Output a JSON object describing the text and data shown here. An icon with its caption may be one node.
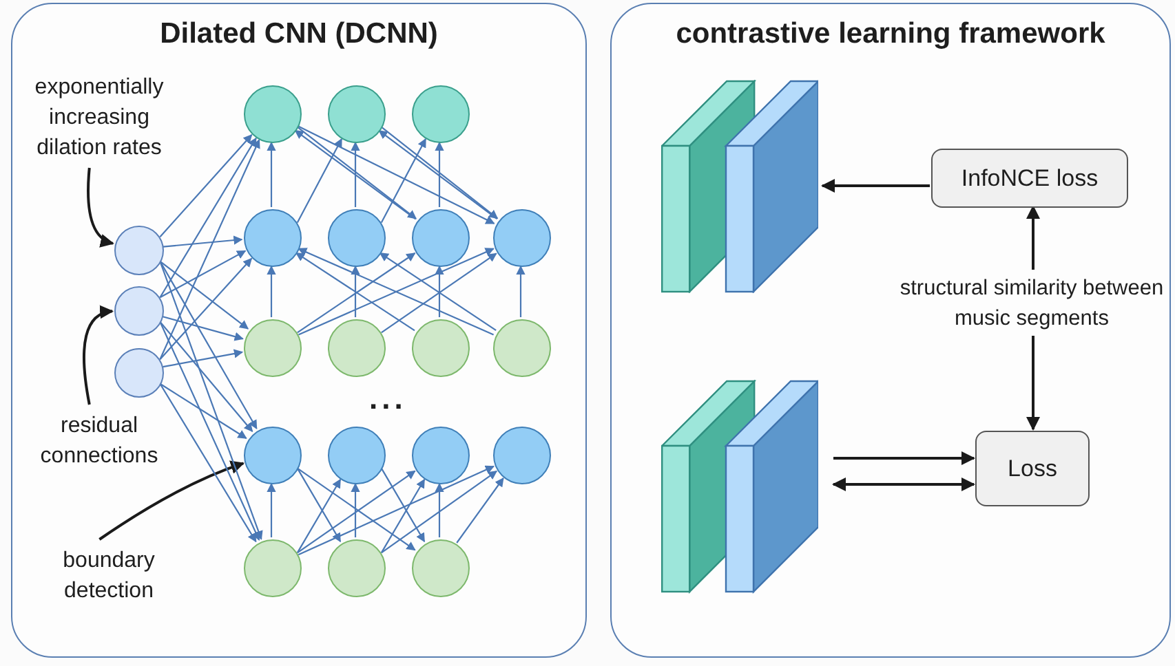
{
  "diagram": {
    "nodes": [
      {
        "text": [
          "Dilated CNN (DCNN)"
        ]
      },
      {
        "text": [
          "contrastive learning framework"
        ]
      },
      {
        "text": [
          "exponentially increasing dilation rates"
        ],
        "in": 0
      },
      {
        "text": [
          "residual connections"
        ],
        "in": 0
      },
      {
        "text": [
          "boundary detection"
        ],
        "in": 0
      },
      {
        "text": [],
        "shape": "circle",
        "in": 0
      },
      {
        "text": [],
        "shape": "circle",
        "in": 0
      },
      {
        "text": [],
        "shape": "circle",
        "in": 0
      },
      {
        "text": [],
        "shape": "circle",
        "in": 0
      },
      {
        "text": [],
        "shape": "circle",
        "in": 0
      },
      {
        "text": [],
        "shape": "circle",
        "in": 0
      },
      {
        "text": [],
        "shape": "circle",
        "in": 0
      },
      {
        "text": [],
        "shape": "circle",
        "in": 0
      },
      {
        "text": [],
        "shape": "circle",
        "in": 0
      },
      {
        "text": [],
        "shape": "circle",
        "in": 0
      },
      {
        "text": [],
        "shape": "circle",
        "in": 0
      },
      {
        "text": [],
        "shape": "circle",
        "in": 0
      },
      {
        "text": [],
        "shape": "circle",
        "in": 0
      },
      {
        "text": [],
        "shape": "circle",
        "in": 0
      },
      {
        "text": [],
        "shape": "circle",
        "in": 0
      },
      {
        "text": [],
        "shape": "circle",
        "in": 0
      },
      {
        "text": [],
        "shape": "circle",
        "in": 0
      },
      {
        "text": [],
        "shape": "circle",
        "in": 0
      },
      {
        "text": [],
        "shape": "circle",
        "in": 0
      },
      {
        "text": [],
        "shape": "circle",
        "in": 0
      },
      {
        "text": [],
        "shape": "circle",
        "in": 0
      },
      {
        "text": [],
        "shape": "box",
        "in": 1
      },
      {
        "text": [],
        "shape": "box",
        "in": 1
      },
      {
        "text": [
          "InfoNCE loss"
        ],
        "in": 1
      },
      {
        "text": [
          "structural similarity between music segments"
        ],
        "in": 1
      },
      {
        "text": [
          "Loss"
        ],
        "in": 1
      }
    ],
    "edges": [
      {
        "from": 2,
        "to": 5,
        "arrow": "to",
        "color": "#1a1a1a"
      },
      {
        "from": 3,
        "to": 6,
        "arrow": "to",
        "color": "#1a1a1a"
      },
      {
        "from": 4,
        "to": 19,
        "arrow": "to",
        "color": "#1a1a1a"
      },
      {
        "from": 5,
        "to": 8,
        "arrow": "to"
      },
      {
        "from": 5,
        "to": 11,
        "arrow": "to"
      },
      {
        "from": 5,
        "to": 15,
        "arrow": "to"
      },
      {
        "from": 5,
        "to": 19,
        "arrow": "to"
      },
      {
        "from": 5,
        "to": 23,
        "arrow": "to"
      },
      {
        "from": 6,
        "to": 8,
        "arrow": "to"
      },
      {
        "from": 6,
        "to": 11,
        "arrow": "to"
      },
      {
        "from": 6,
        "to": 15,
        "arrow": "to"
      },
      {
        "from": 6,
        "to": 19,
        "arrow": "to"
      },
      {
        "from": 6,
        "to": 23,
        "arrow": "to"
      },
      {
        "from": 7,
        "to": 8,
        "arrow": "to"
      },
      {
        "from": 7,
        "to": 11,
        "arrow": "to"
      },
      {
        "from": 7,
        "to": 15,
        "arrow": "to"
      },
      {
        "from": 7,
        "to": 19,
        "arrow": "to"
      },
      {
        "from": 7,
        "to": 23,
        "arrow": "to"
      },
      {
        "from": 15,
        "to": 11,
        "arrow": "to"
      },
      {
        "from": 15,
        "to": 13,
        "arrow": "to"
      },
      {
        "from": 15,
        "to": 14,
        "arrow": "to"
      },
      {
        "from": 16,
        "to": 12,
        "arrow": "to"
      },
      {
        "from": 16,
        "to": 14,
        "arrow": "to"
      },
      {
        "from": 17,
        "to": 11,
        "arrow": "to"
      },
      {
        "from": 17,
        "to": 13,
        "arrow": "to"
      },
      {
        "from": 18,
        "to": 11,
        "arrow": "to"
      },
      {
        "from": 18,
        "to": 12,
        "arrow": "to"
      },
      {
        "from": 18,
        "to": 14,
        "arrow": "to"
      },
      {
        "from": 11,
        "to": 8,
        "arrow": "to"
      },
      {
        "from": 11,
        "to": 9,
        "arrow": "to"
      },
      {
        "from": 12,
        "to": 9,
        "arrow": "to"
      },
      {
        "from": 12,
        "to": 10,
        "arrow": "to"
      },
      {
        "from": 13,
        "to": 10,
        "arrow": "to"
      },
      {
        "from": 13,
        "to": 8,
        "arrow": "to"
      },
      {
        "from": 14,
        "to": 9,
        "arrow": "to"
      },
      {
        "from": 8,
        "to": 13,
        "arrow": "to"
      },
      {
        "from": 8,
        "to": 14,
        "arrow": "to"
      },
      {
        "from": 9,
        "to": 14,
        "arrow": "to"
      },
      {
        "from": 23,
        "to": 19,
        "arrow": "to"
      },
      {
        "from": 23,
        "to": 20,
        "arrow": "to"
      },
      {
        "from": 23,
        "to": 21,
        "arrow": "to"
      },
      {
        "from": 23,
        "to": 22,
        "arrow": "to"
      },
      {
        "from": 24,
        "to": 20,
        "arrow": "to"
      },
      {
        "from": 24,
        "to": 21,
        "arrow": "to"
      },
      {
        "from": 24,
        "to": 22,
        "arrow": "to"
      },
      {
        "from": 25,
        "to": 21,
        "arrow": "to"
      },
      {
        "from": 25,
        "to": 22,
        "arrow": "to"
      },
      {
        "from": 19,
        "to": 24,
        "arrow": "to"
      },
      {
        "from": 19,
        "to": 25,
        "arrow": "to"
      },
      {
        "from": 20,
        "to": 25,
        "arrow": "to"
      },
      {
        "from": 28,
        "to": 26,
        "arrow": "to",
        "color": "#1a1a1a"
      },
      {
        "from": 29,
        "to": 28,
        "arrow": "to",
        "color": "#1a1a1a"
      },
      {
        "from": 29,
        "to": 30,
        "arrow": "to",
        "color": "#1a1a1a"
      },
      {
        "from": 27,
        "to": 30,
        "arrow": "to",
        "color": "#1a1a1a"
      },
      {
        "from": 27,
        "to": 30,
        "arrow": "both",
        "color": "#1a1a1a"
      }
    ],
    "labels": [
      "..."
    ]
  }
}
